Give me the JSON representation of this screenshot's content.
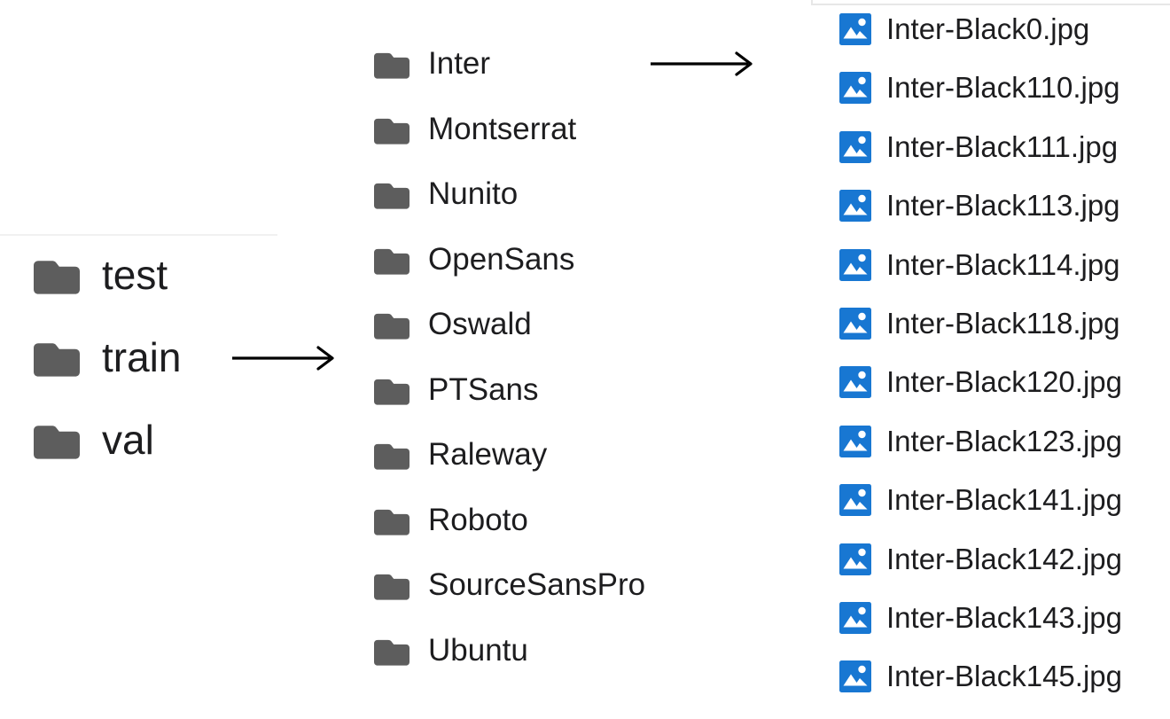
{
  "diagram": {
    "root_folders": {
      "items": [
        "test",
        "train",
        "val"
      ]
    },
    "train_contents": {
      "items": [
        "Inter",
        "Montserrat",
        "Nunito",
        "OpenSans",
        "Oswald",
        "PTSans",
        "Raleway",
        "Roboto",
        "SourceSansPro",
        "Ubuntu"
      ]
    },
    "inter_contents": {
      "items": [
        "Inter-Black0.jpg",
        "Inter-Black110.jpg",
        "Inter-Black111.jpg",
        "Inter-Black113.jpg",
        "Inter-Black114.jpg",
        "Inter-Black118.jpg",
        "Inter-Black120.jpg",
        "Inter-Black123.jpg",
        "Inter-Black141.jpg",
        "Inter-Black142.jpg",
        "Inter-Black143.jpg",
        "Inter-Black145.jpg"
      ]
    },
    "arrows": [
      {
        "id": "train-to-contents",
        "from": "train",
        "to": "train_contents"
      },
      {
        "id": "inter-to-files",
        "from": "Inter",
        "to": "inter_contents"
      }
    ],
    "colors": {
      "folder_icon": "#5d5d5d",
      "image_icon_bg": "#1877d2",
      "image_icon_fg": "#ffffff",
      "text": "#1d1d1f",
      "arrow": "#000000",
      "divider": "#f1f1f1",
      "panel_border": "#e7e7e7"
    }
  }
}
